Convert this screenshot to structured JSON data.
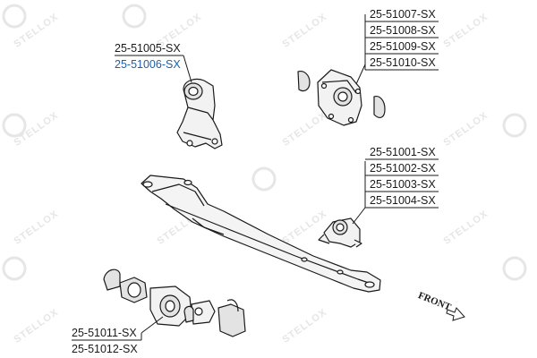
{
  "diagram": {
    "watermark": "STELLOX",
    "front_label": "FRONT",
    "groups": {
      "left_mount": {
        "codes": [
          "25-51005-SX",
          "25-51006-SX"
        ],
        "highlight_color": "#1f5fa8"
      },
      "right_mount": {
        "codes": [
          "25-51007-SX",
          "25-51008-SX",
          "25-51009-SX",
          "25-51010-SX"
        ]
      },
      "rear_mount": {
        "codes": [
          "25-51001-SX",
          "25-51002-SX",
          "25-51003-SX",
          "25-51004-SX"
        ]
      },
      "bottom_mount": {
        "codes": [
          "25-51011-SX",
          "25-51012-SX"
        ]
      }
    },
    "colors": {
      "line": "#1a1a1a",
      "part_fill": "#f2f2f2",
      "bushing_fill": "#e3e3e3",
      "watermark": "#e6e6e6"
    }
  }
}
